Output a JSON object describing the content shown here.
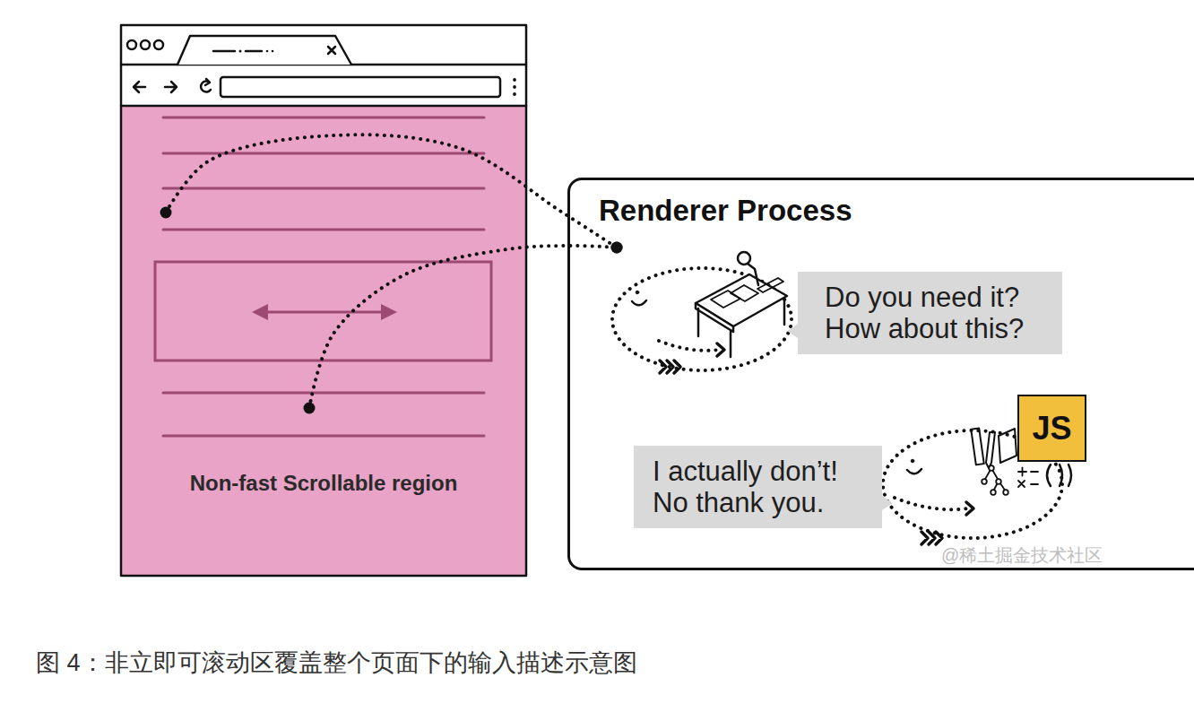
{
  "diagram": {
    "caption": "图 4：非立即可滚动区覆盖整个页面下的输入描述示意图",
    "nodes": [
      {
        "text": [
          "Non-fast Scrollable region"
        ]
      },
      {
        "text": [
          "Renderer Process"
        ]
      },
      {
        "text": [
          "Do you need it? How about this?"
        ],
        "in": 1
      },
      {
        "text": [
          "JS"
        ],
        "in": 1
      },
      {
        "text": [
          "I actually don’t! No thank you."
        ],
        "in": 1
      }
    ],
    "edges": [
      {
        "from": 0,
        "to": 1,
        "arrow": "none"
      },
      {
        "from": 0,
        "to": 1,
        "arrow": "none"
      }
    ],
    "labels": [
      "@稀土掘金技术社区"
    ]
  }
}
